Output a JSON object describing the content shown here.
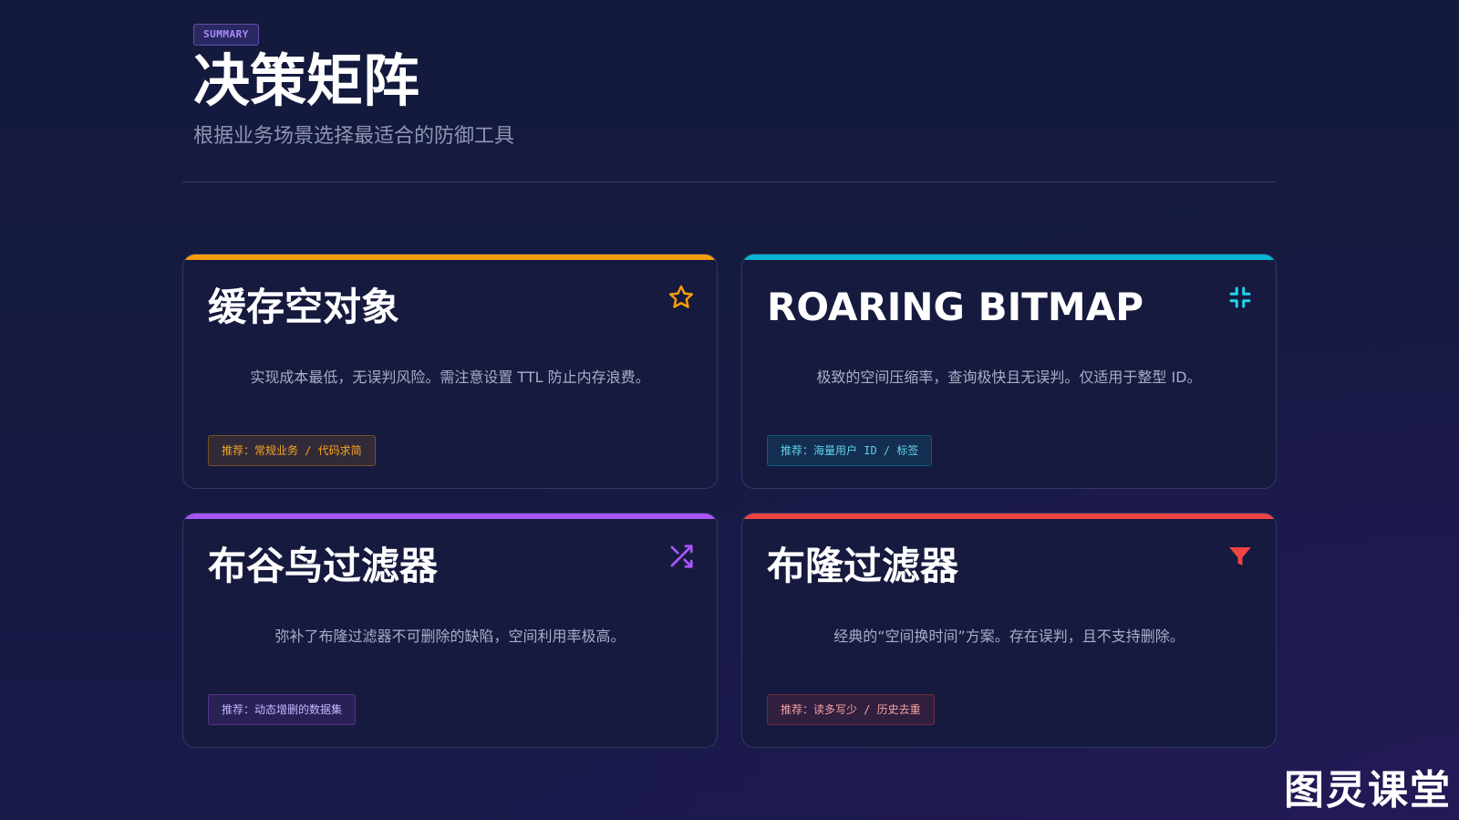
{
  "header": {
    "badge": "SUMMARY",
    "title": "决策矩阵",
    "subtitle": "根据业务场景选择最适合的防御工具"
  },
  "cards": [
    {
      "title": "缓存空对象",
      "description": "实现成本最低，无误判风险。需注意设置 TTL 防止内存浪费。",
      "tag": "推荐：常规业务 / 代码求简",
      "icon": "star-icon",
      "accent": "#f59e0b"
    },
    {
      "title": "ROARING BITMAP",
      "description": "极致的空间压缩率，查询极快且无误判。仅适用于整型 ID。",
      "tag": "推荐：海量用户 ID / 标签",
      "icon": "compress-icon",
      "accent": "#06b6d4"
    },
    {
      "title": "布谷鸟过滤器",
      "description": "弥补了布隆过滤器不可删除的缺陷，空间利用率极高。",
      "tag": "推荐：动态增删的数据集",
      "icon": "shuffle-icon",
      "accent": "#a855f7"
    },
    {
      "title": "布隆过滤器",
      "description": "经典的“空间换时间”方案。存在误判，且不支持删除。",
      "tag": "推荐：读多写少 / 历史去重",
      "icon": "filter-icon",
      "accent": "#ef4444"
    }
  ],
  "watermark": "图灵课堂"
}
